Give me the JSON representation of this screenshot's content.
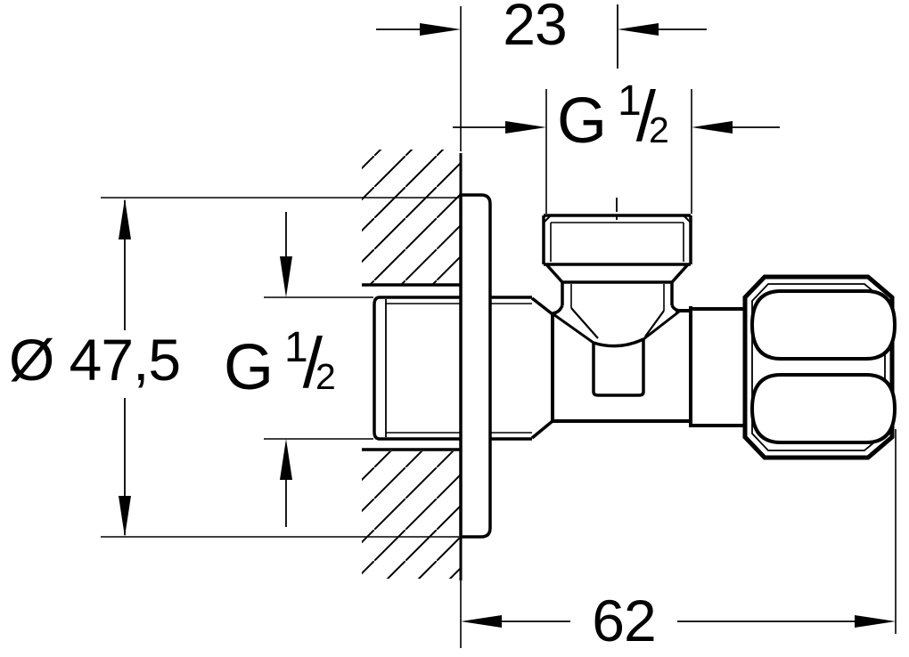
{
  "colors": {
    "ink": "#000000",
    "paper": "#ffffff"
  },
  "dimensions": {
    "wall_offset": {
      "value": "23"
    },
    "top_thread": {
      "prefix": "G",
      "numerator": "1",
      "slash": "/",
      "denominator": "2"
    },
    "plate_diameter": {
      "value": "Ø 47,5"
    },
    "inlet_thread": {
      "prefix": "G",
      "numerator": "1",
      "slash": "/",
      "denominator": "2"
    },
    "depth": {
      "value": "62"
    }
  }
}
